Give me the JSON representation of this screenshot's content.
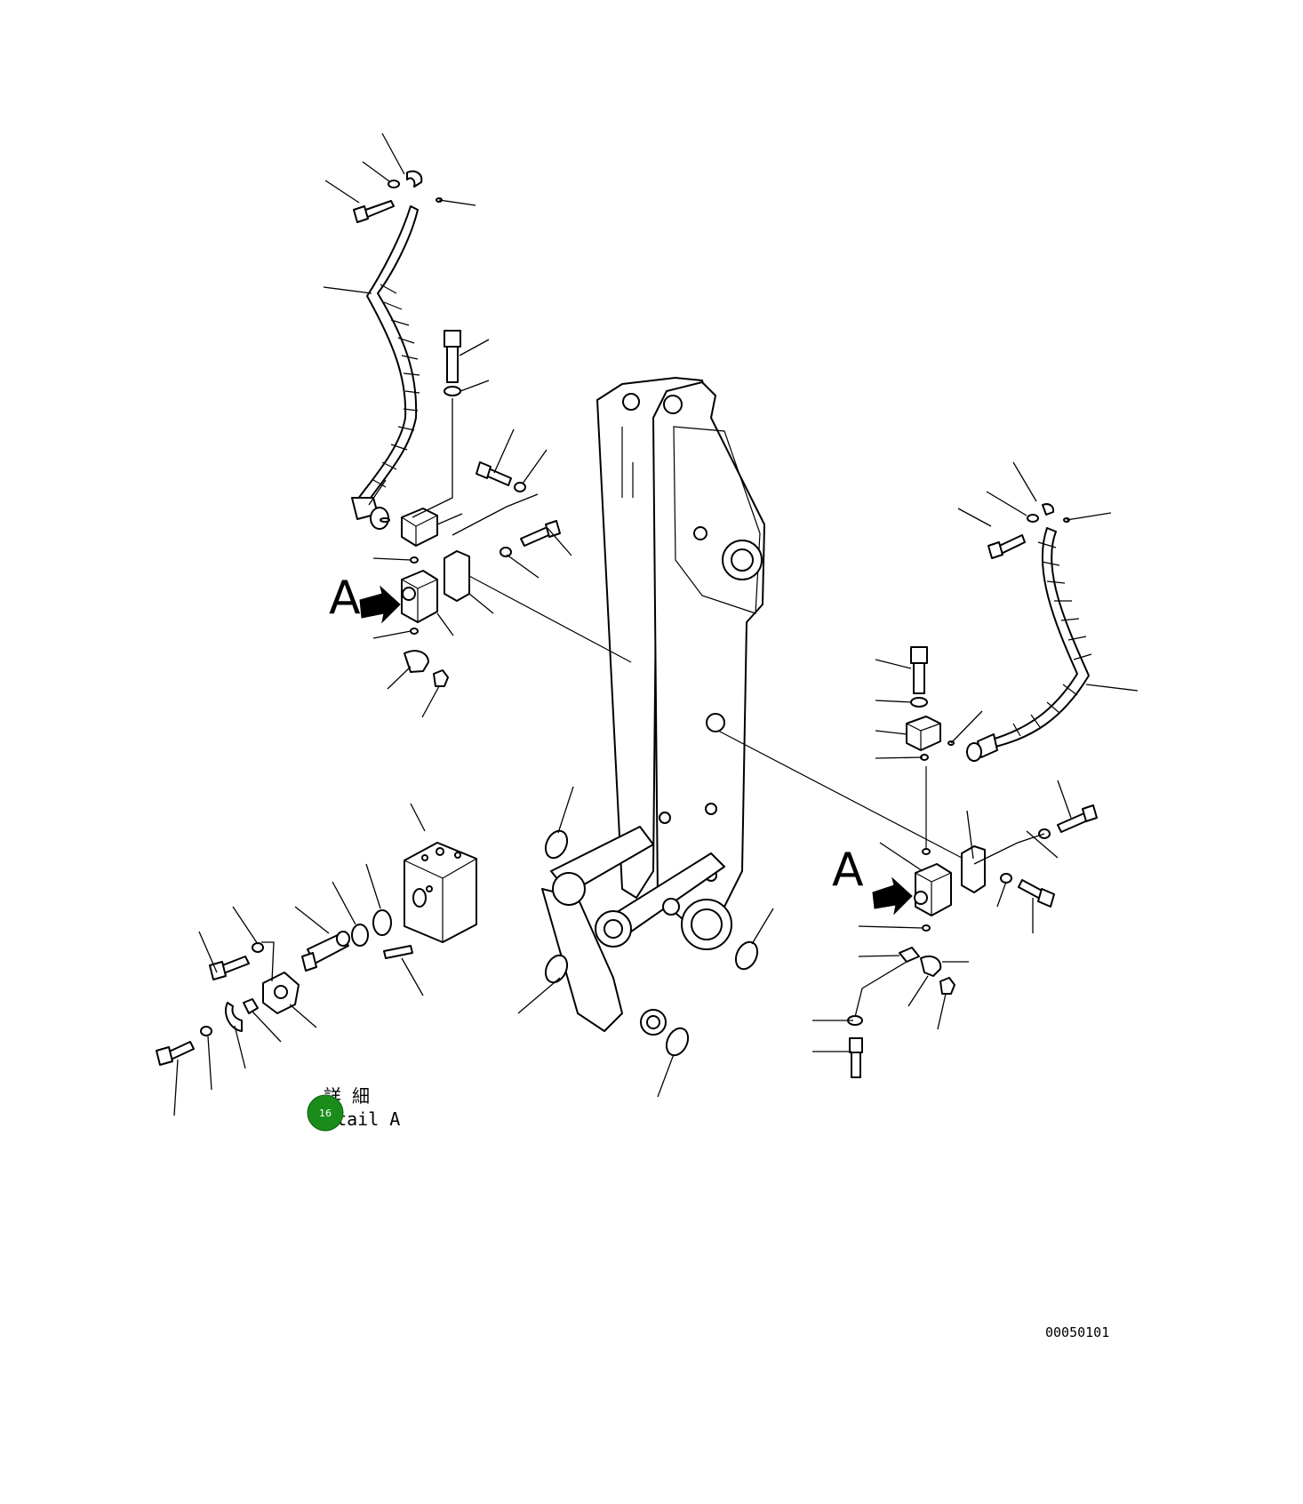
{
  "diagram": {
    "view_label_left": "A",
    "view_label_right": "A",
    "detail_caption_jp": "詳 細",
    "detail_caption_en": "Detail A",
    "drawing_number": "00050101",
    "callout": {
      "number": "16",
      "color": "#1a8c1a"
    }
  }
}
